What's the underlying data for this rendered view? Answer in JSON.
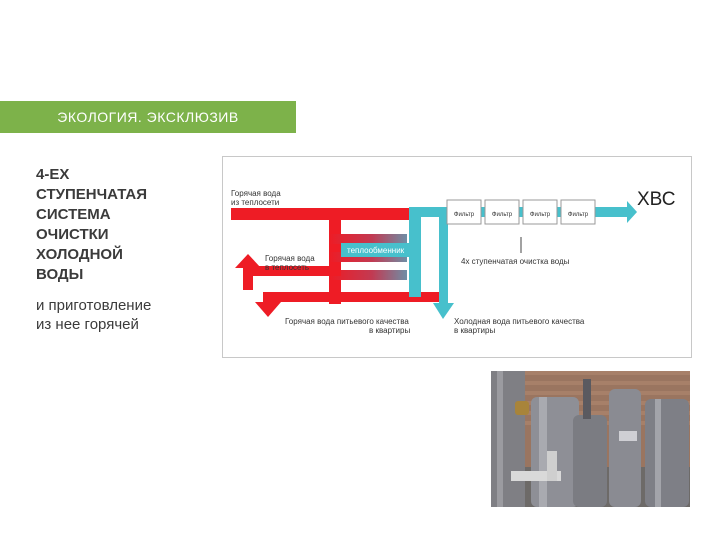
{
  "banner": {
    "title": "ЭКОЛОГИЯ. ЭКСКЛЮЗИВ"
  },
  "headline": {
    "lines": [
      "4-ЕХ",
      "СТУПЕНЧАТАЯ",
      "СИСТЕМА",
      "ОЧИСТКИ",
      "ХОЛОДНОЙ",
      "ВОДЫ"
    ]
  },
  "subtitle": {
    "lines": [
      "и приготовление",
      "из нее горячей"
    ]
  },
  "diagram": {
    "colors": {
      "hot": "#ee1c25",
      "cold": "#47c0cc"
    },
    "hot_in_line1": "Горячая вода",
    "hot_in_line2": "из теплосети",
    "hot_out_line1": "Горячая вода",
    "hot_out_line2": "в теплосеть",
    "exchanger": "теплообменник",
    "filters": [
      "Фильтр",
      "Фильтр",
      "Фильтр",
      "Фильтр"
    ],
    "source": "ХВС",
    "stages": "4х ступенчатая очистка воды",
    "hot_drink_line1": "Горячая вода питьевого качества",
    "hot_drink_line2": "в квартиры",
    "cold_drink_line1": "Холодная вода питьевого качества",
    "cold_drink_line2": "в квартиры"
  }
}
